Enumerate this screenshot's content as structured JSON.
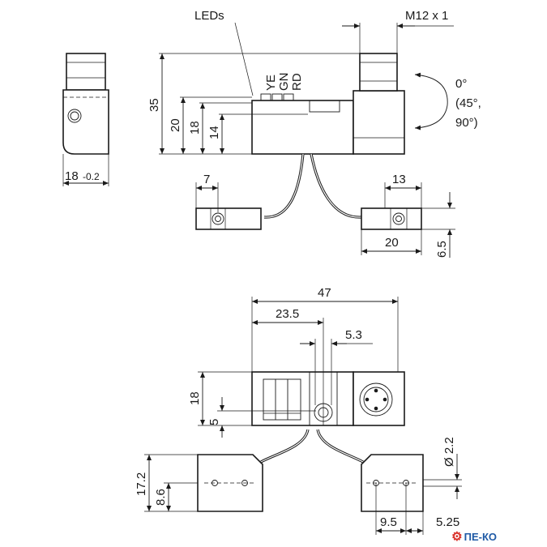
{
  "top_view": {
    "leds_label": "LEDs",
    "thread_label": "M12 x 1",
    "led_ye": "YE",
    "led_gn": "GN",
    "led_rd": "RD",
    "rotation_0": "0°",
    "rotation_45": "(45°,",
    "rotation_90": "90°)",
    "dim_35": "35",
    "dim_20": "20",
    "dim_18": "18",
    "dim_14": "14",
    "dim_7": "7",
    "dim_13": "13",
    "dim_20_bracket": "20",
    "dim_6_5": "6.5"
  },
  "side_view": {
    "dim_18": "18",
    "dim_tol": "-0.2"
  },
  "bottom_view": {
    "dim_47": "47",
    "dim_23_5": "23.5",
    "dim_5_3": "5.3",
    "dim_18": "18",
    "dim_5": "5",
    "dim_17_2": "17.2",
    "dim_8_6": "8.6",
    "dim_dia_2_2": "Ø 2.2",
    "dim_9_5": "9.5",
    "dim_5_25": "5.25"
  },
  "logo": {
    "icon": "gear-icon",
    "text": "ПЕ-КО"
  }
}
